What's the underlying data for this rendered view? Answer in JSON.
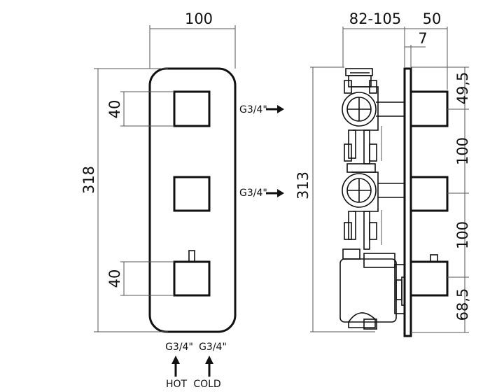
{
  "front_view": {
    "width_dim": "100",
    "height_dim": "318",
    "top_handle_dim": "40",
    "bottom_handle_dim": "40",
    "inlet_hot_size": "G3/4\"",
    "inlet_cold_size": "G3/4\"",
    "hot_label": "HOT",
    "cold_label": "COLD"
  },
  "side_view": {
    "depth_dim": "82-105",
    "projection_dim": "50",
    "plate_dim": "7",
    "height_dim": "313",
    "outlet_top_size": "G3/4\"",
    "outlet_mid_size": "G3/4\"",
    "spacing_top": "49,5",
    "spacing_1": "100",
    "spacing_2": "100",
    "spacing_bottom": "68,5"
  },
  "colors": {
    "line": "#111111",
    "dim_line": "#555555"
  }
}
